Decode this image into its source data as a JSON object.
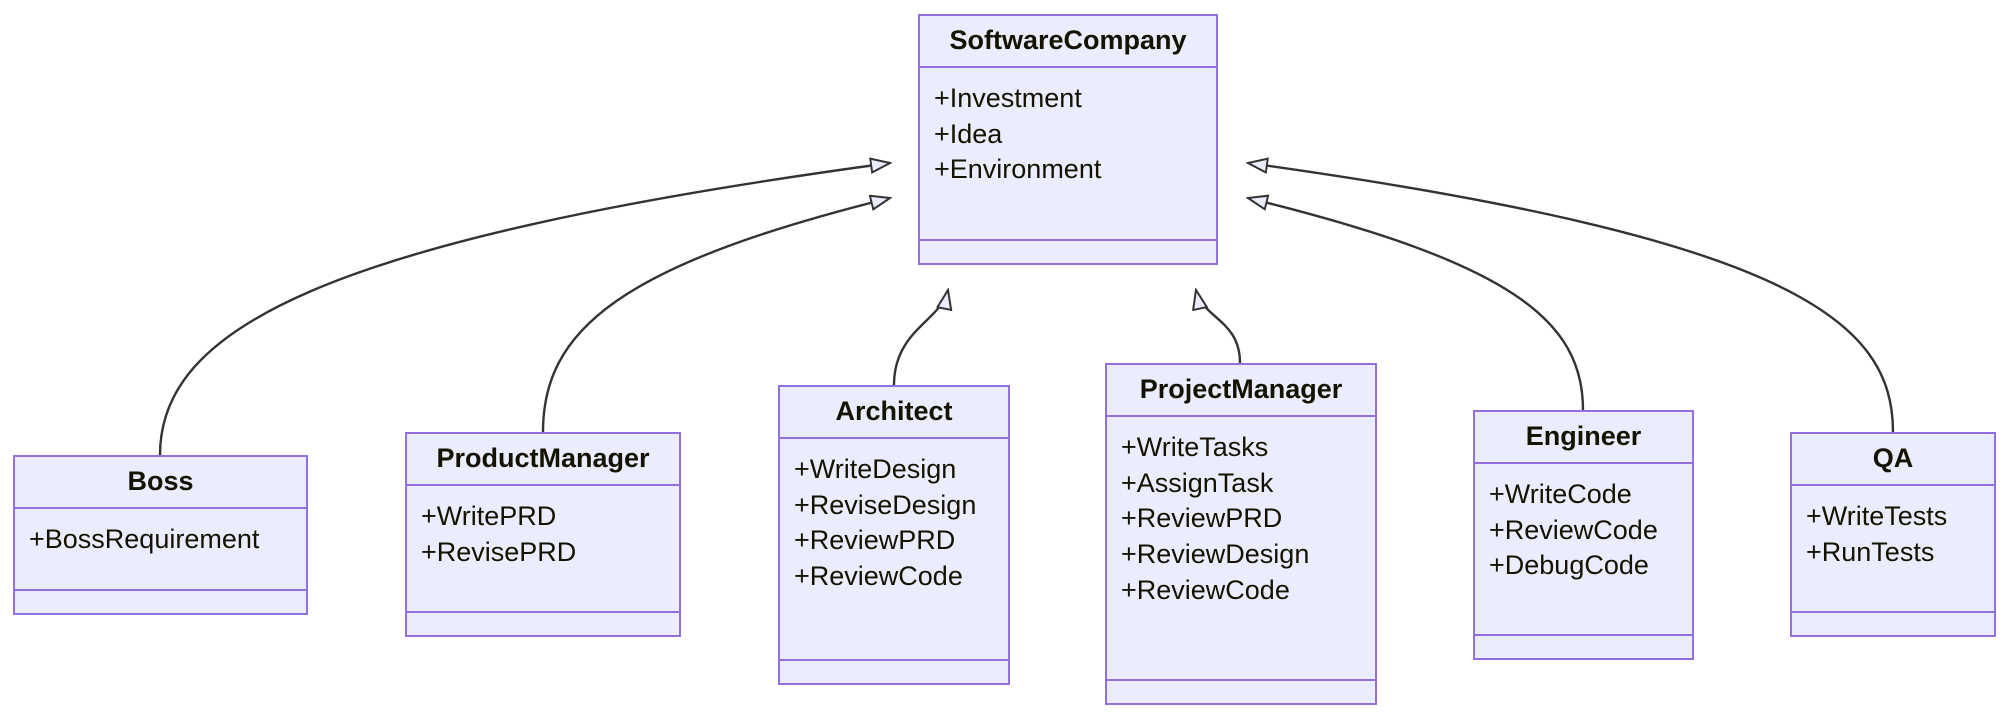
{
  "diagram": {
    "type": "uml-class-diagram",
    "relationship": "generalization",
    "background": "#ffffff",
    "node_fill": "#ECECFF",
    "node_border": "#9370DB",
    "edge_color": "#333333",
    "text_color": "#131300",
    "parent": "SoftwareCompany",
    "classes": [
      {
        "id": "softwarecompany",
        "name": "SoftwareCompany",
        "attributes": [
          "+Investment",
          "+Idea",
          "+Environment"
        ],
        "methods": []
      },
      {
        "id": "boss",
        "name": "Boss",
        "attributes": [
          "+BossRequirement"
        ],
        "methods": []
      },
      {
        "id": "productmanager",
        "name": "ProductManager",
        "attributes": [
          "+WritePRD",
          "+RevisePRD"
        ],
        "methods": []
      },
      {
        "id": "architect",
        "name": "Architect",
        "attributes": [
          "+WriteDesign",
          "+ReviseDesign",
          "+ReviewPRD",
          "+ReviewCode"
        ],
        "methods": []
      },
      {
        "id": "projectmanager",
        "name": "ProjectManager",
        "attributes": [
          "+WriteTasks",
          "+AssignTask",
          "+ReviewPRD",
          "+ReviewDesign",
          "+ReviewCode"
        ],
        "methods": []
      },
      {
        "id": "engineer",
        "name": "Engineer",
        "attributes": [
          "+WriteCode",
          "+ReviewCode",
          "+DebugCode"
        ],
        "methods": []
      },
      {
        "id": "qa",
        "name": "QA",
        "attributes": [
          "+WriteTests",
          "+RunTests"
        ],
        "methods": []
      }
    ],
    "edges": [
      {
        "from": "boss",
        "to": "softwarecompany",
        "kind": "generalization"
      },
      {
        "from": "productmanager",
        "to": "softwarecompany",
        "kind": "generalization"
      },
      {
        "from": "architect",
        "to": "softwarecompany",
        "kind": "generalization"
      },
      {
        "from": "projectmanager",
        "to": "softwarecompany",
        "kind": "generalization"
      },
      {
        "from": "engineer",
        "to": "softwarecompany",
        "kind": "generalization"
      },
      {
        "from": "qa",
        "to": "softwarecompany",
        "kind": "generalization"
      }
    ]
  }
}
